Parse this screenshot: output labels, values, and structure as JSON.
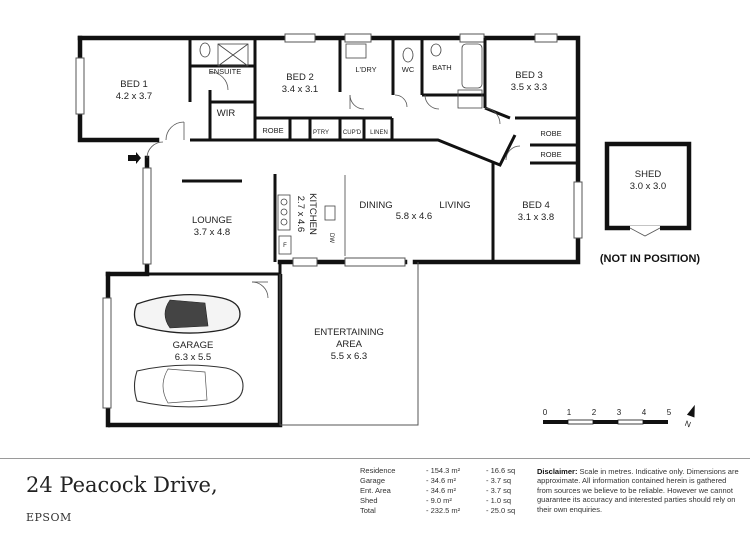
{
  "rooms": {
    "bed1": {
      "name": "BED 1",
      "dims": "4.2 x 3.7"
    },
    "bed2": {
      "name": "BED 2",
      "dims": "3.4 x 3.1"
    },
    "bed3": {
      "name": "BED 3",
      "dims": "3.5 x 3.3"
    },
    "bed4": {
      "name": "BED 4",
      "dims": "3.1 x 3.8"
    },
    "ensuite": "ENSUITE",
    "wir": "WIR",
    "robe": "ROBE",
    "ptry": "PTRY",
    "cupd": "CUP'D",
    "linen": "LINEN",
    "ldry": "L'DRY",
    "wc": "WC",
    "bath": "BATH",
    "kitchen": {
      "name": "KITCHEN",
      "dims": "2.7 x 4.6"
    },
    "dining": "DINING",
    "living": "LIVING",
    "dining_living_dims": "5.8 x 4.6",
    "lounge": {
      "name": "LOUNGE",
      "dims": "3.7 x 4.8"
    },
    "garage": {
      "name": "GARAGE",
      "dims": "6.3 x 5.5"
    },
    "entertaining": {
      "line1": "ENTERTAINING",
      "line2": "AREA",
      "dims": "5.5 x 6.3"
    },
    "shed": {
      "name": "SHED",
      "dims": "3.0 x 3.0"
    }
  },
  "fixtures": {
    "fridge": "F",
    "dw": "DW"
  },
  "shed_note": "(NOT IN POSITION)",
  "scale": {
    "ticks": [
      "0",
      "1",
      "2",
      "3",
      "4",
      "5"
    ],
    "north": "N"
  },
  "address": {
    "street": "24 Peacock Drive,",
    "suburb": "EPSOM"
  },
  "areas": [
    {
      "label": "Residence",
      "sqm": "- 154.3 m²",
      "sq": "- 16.6 sq"
    },
    {
      "label": "Garage",
      "sqm": "- 34.6 m²",
      "sq": "- 3.7 sq"
    },
    {
      "label": "Ent. Area",
      "sqm": "- 34.6 m²",
      "sq": "- 3.7 sq"
    },
    {
      "label": "Shed",
      "sqm": "- 9.0 m²",
      "sq": "- 1.0 sq"
    },
    {
      "label": "Total",
      "sqm": "- 232.5 m²",
      "sq": "- 25.0 sq"
    }
  ],
  "disclaimer": {
    "heading": "Disclaimer:",
    "text": "Scale in metres. Indicative only. Dimensions are approximate. All information contained herein is gathered from sources we believe to be reliable. However we cannot guarantee its accuracy and interested parties should rely on their own enquiries."
  },
  "colors": {
    "wall": "#111111",
    "thin": "#555555",
    "footer_rule": "#9a9a9a"
  }
}
